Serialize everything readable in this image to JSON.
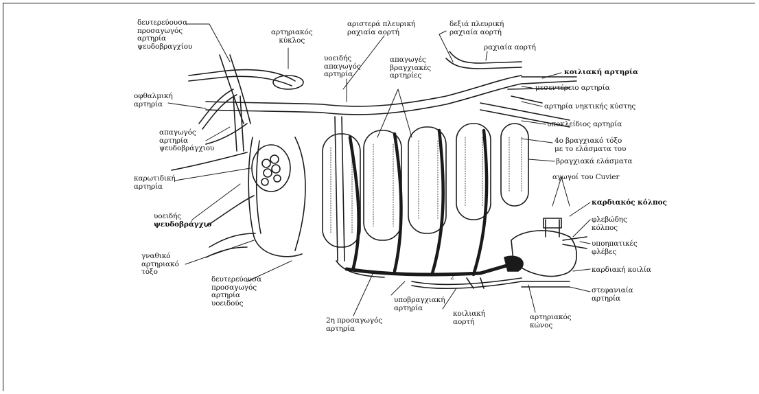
{
  "labels": {
    "efferent_pseudobranch": [
      "δευτερεύουσα",
      "προσαγωγός",
      "αρτηρία",
      "ψευδοβραγχίου"
    ],
    "arterial_circle": [
      "αρτηριακός",
      "κύκλος"
    ],
    "left_dorsal_aorta": [
      "αριστερά πλευρική",
      "ραχιαία αορτή"
    ],
    "right_dorsal_aorta": [
      "δεξιά πλευρική",
      "ραχιαία αορτή"
    ],
    "dorsal_aorta": [
      "ραχιαία αορτή"
    ],
    "afferent_spiracle": [
      "υοειδής",
      "απαγωγός",
      "αρτηρία"
    ],
    "efferent_branchial": [
      "απαγωγές",
      "βραγχιακές",
      "αρτηρίες"
    ],
    "coeliac": [
      "κοιλιακή αρτηρία"
    ],
    "mesenteric": [
      "μεσεντέρειο αρτηρία"
    ],
    "swim_bladder": [
      "αρτηρία νηκτικής κύστης"
    ],
    "subclavian": [
      "υποκλείδιος αρτηρία"
    ],
    "fourth_arch": [
      "4ο βραγχιακό τόξο",
      "με το ελάσματα του"
    ],
    "gill_lamellae": [
      "βραγχιακά ελάσματα"
    ],
    "cuvier": [
      "αγωγοί του Cuvier"
    ],
    "ophthalmic": [
      "οφθαλμική",
      "αρτηρία"
    ],
    "efferent_pseudo2": [
      "απαγωγός",
      "αρτηρία",
      "ψευδοβράγχιου"
    ],
    "carotid": [
      "καρωτιδική",
      "αρτηρία"
    ],
    "hyoid_pseudobranch": [
      "υοειδής",
      "ψευδοβράγχιο"
    ],
    "mandibular": [
      "γναθικό",
      "αρτηριακό",
      "τόξο"
    ],
    "afferent_hyoid": [
      "δευτερεύουσα",
      "προσαγωγός",
      "αρτηρία",
      "υοειδούς"
    ],
    "second_afferent": [
      "2η προσαγωγός",
      "αρτηρία"
    ],
    "hypobranchial": [
      "υποβραγχιακή",
      "αρτηρία"
    ],
    "ventral_aorta": [
      "κοιλιακή",
      "αορτή"
    ],
    "conus": [
      "αρτηριακός",
      "κώνος"
    ],
    "sinus_venosus": [
      "καρδιακός κόλπος"
    ],
    "venous_sinus": [
      "φλεβώδης",
      "κόλπος"
    ],
    "hepatic_veins": [
      "υποηπατικές",
      "φλέβες"
    ],
    "ventricle": [
      "καρδιακή κοιλία"
    ],
    "coronary": [
      "στεφανιαία",
      "αρτηρία"
    ],
    "num2": "2"
  }
}
